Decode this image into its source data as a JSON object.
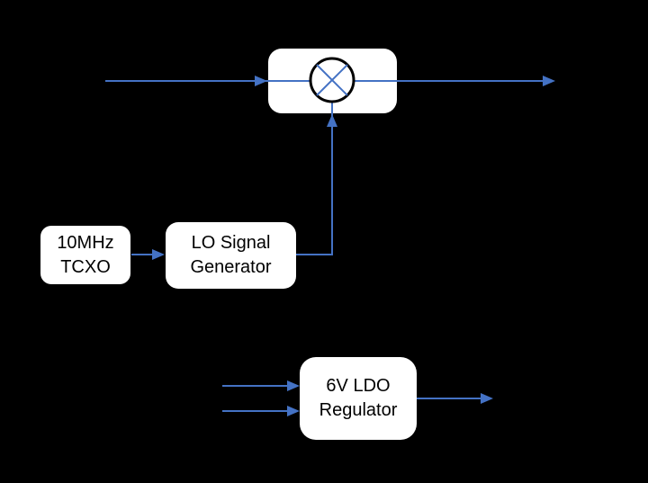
{
  "colors": {
    "background": "#000000",
    "accent": "#4472C4",
    "block_fill": "#FFFFFF",
    "block_text": "#000000",
    "mixer_outline": "#000000"
  },
  "blocks": {
    "mixer": {
      "icon": "mixer-circle-x-icon"
    },
    "tcxo": {
      "line1": "10MHz",
      "line2": "TCXO"
    },
    "lo_signal_generator": {
      "line1": "LO Signal",
      "line2": "Generator"
    },
    "ldo_regulator": {
      "line1": "6V LDO",
      "line2": "Regulator"
    }
  }
}
